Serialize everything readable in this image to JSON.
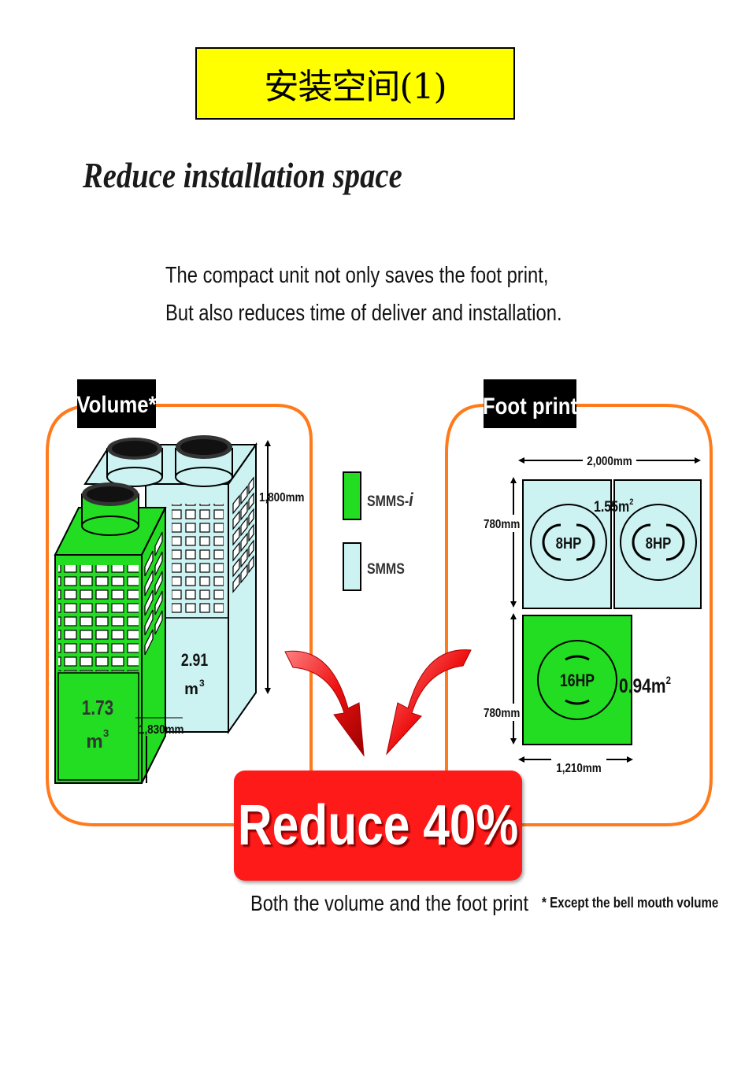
{
  "title": "安装空间(1)",
  "subtitle": "Reduce installation space",
  "description": {
    "line1": "The compact unit not only saves the foot print,",
    "line2": "But also reduces time of deliver and installation."
  },
  "volume_panel": {
    "tag": "Volume*",
    "height_label": "1,800mm",
    "depth_label": "1,830mm",
    "smms_i_volume": "1.73",
    "smms_volume": "2.91",
    "volume_unit": "m",
    "unit_power": "3"
  },
  "legend": {
    "smms_i": "SMMS-",
    "smms_i_suffix": "i",
    "smms": "SMMS"
  },
  "footprint_panel": {
    "tag": "Foot print",
    "width_top": "2,000mm",
    "height_top": "780mm",
    "area_top": "1.55m",
    "unit_8hp": "8HP",
    "unit_16hp": "16HP",
    "area_bottom": "0.94m",
    "area_power": "2",
    "height_bottom": "780mm",
    "width_bottom": "1,210mm"
  },
  "result": {
    "headline": "Reduce 40%",
    "caption": "Both the volume and the foot print",
    "note": "* Except the bell mouth volume"
  },
  "colors": {
    "title_bg": "#ffff00",
    "smms_i_green": "#22dd22",
    "smms_blue": "#ccf2f2",
    "panel_border": "#ff7a1a",
    "reduce_red": "#ff1a1a"
  }
}
